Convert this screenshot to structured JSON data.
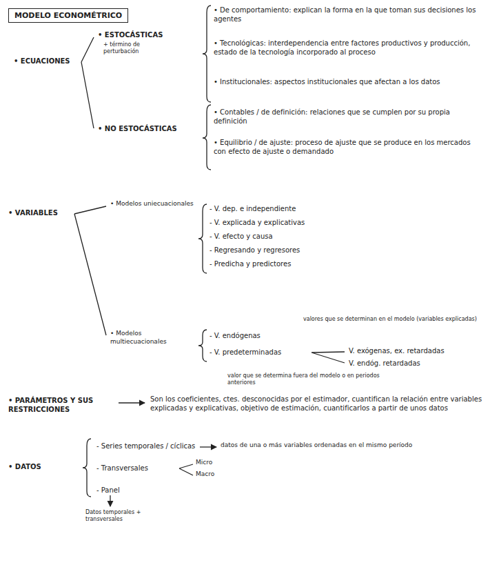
{
  "diagram": {
    "nodes": [
      {
        "text": [
          "MODELO ECONOMÉTRICO"
        ]
      }
    ],
    "labels": [
      "• ECUACIONES",
      "• ESTOCÁSTICAS",
      "+ término de perturbación",
      "• De comportamiento: explican la forma en la que toman sus decisiones los agentes",
      "• Tecnológicas: interdependencia entre factores productivos y producción, estado de la tecnología incorporado al proceso",
      "• Institucionales: aspectos institucionales que afectan a los datos",
      "• NO ESTOCÁSTICAS",
      "• Contables / de definición: relaciones que se cumplen por su propia definición",
      "• Equilibrio / de ajuste: proceso de ajuste que se produce en los mercados con efecto de ajuste o demandado",
      "• VARIABLES",
      "• Modelos uniecuacionales",
      "- V. dep. e independiente",
      "- V. explicada y explicativas",
      "- V. efecto y causa",
      "- Regresando y regresores",
      "- Predicha y predictores",
      "• Modelos multiecuacionales",
      "- V. endógenas",
      "valores que se determinan en el modelo (variables explicadas)",
      "- V. predeterminadas",
      "V. exógenas, ex. retardadas",
      "V. endóg. retardadas",
      "valor que se determina fuera del modelo o en periodos anteriores",
      "• PARÁMETROS Y SUS RESTRICCIONES",
      "Son los coeficientes, ctes. desconocidas por el estimador, cuantifican la relación entre variables explicadas y explicativas, objetivo de estimación, cuantificarlos a partir de unos datos",
      "• DATOS",
      "- Series temporales / cíclicas",
      "datos de una o más variables ordenadas en el mismo período",
      "- Transversales",
      "Micro",
      "Macro",
      "- Panel",
      "Datos temporales + transversales"
    ]
  }
}
